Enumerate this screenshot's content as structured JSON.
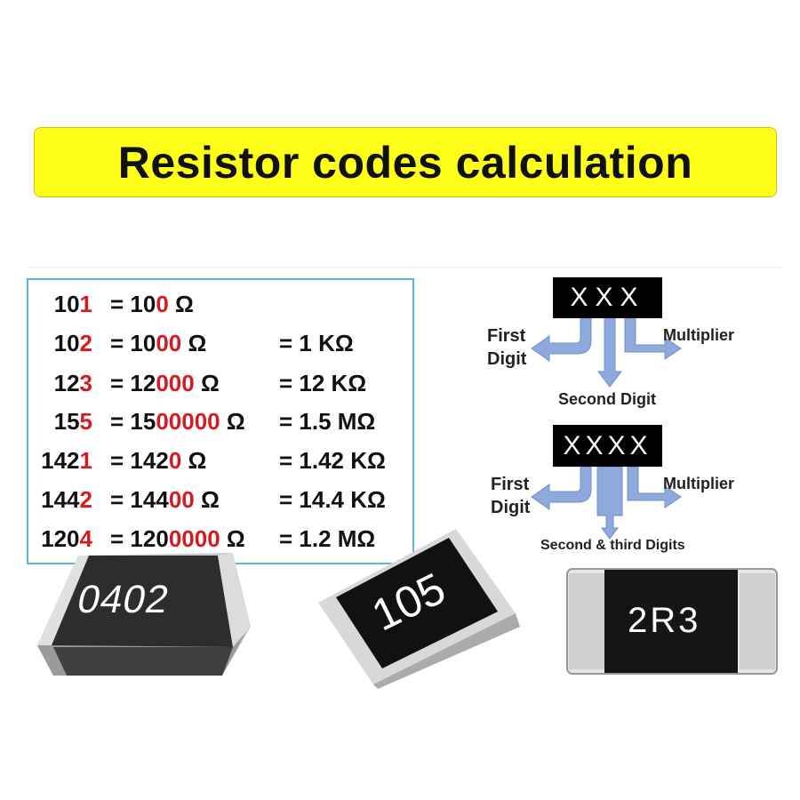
{
  "title": "Resistor codes calculation",
  "table": {
    "rows": [
      {
        "code_base": "10",
        "code_mult": "1",
        "val_base": "10",
        "val_zeros": "0",
        "ohm": " Ω",
        "conv": ""
      },
      {
        "code_base": "10",
        "code_mult": "2",
        "val_base": "10",
        "val_zeros": "00",
        "ohm": " Ω",
        "conv": "= 1 KΩ"
      },
      {
        "code_base": "12",
        "code_mult": "3",
        "val_base": "12",
        "val_zeros": "000",
        "ohm": " Ω",
        "conv": "= 12 KΩ"
      },
      {
        "code_base": "15",
        "code_mult": "5",
        "val_base": "15",
        "val_zeros": "00000",
        "ohm": " Ω",
        "conv": "= 1.5 MΩ"
      },
      {
        "code_base": "142",
        "code_mult": "1",
        "val_base": "142",
        "val_zeros": "0",
        "ohm": " Ω",
        "conv": "=  1.42 KΩ"
      },
      {
        "code_base": "144",
        "code_mult": "2",
        "val_base": "144",
        "val_zeros": "00",
        "ohm": " Ω",
        "conv": "= 14.4 KΩ"
      },
      {
        "code_base": "120",
        "code_mult": "4",
        "val_base": "120",
        "val_zeros": "0000",
        "ohm": " Ω",
        "conv": "= 1.2 MΩ"
      }
    ],
    "equals": "= "
  },
  "diagram3": {
    "code": "XXX",
    "first": "First",
    "digit": "Digit",
    "multiplier": "Multiplier",
    "second": "Second Digit"
  },
  "diagram4": {
    "code": "XXXX",
    "first": "First",
    "digit": "Digit",
    "multiplier": "Multiplier",
    "second": "Second & third Digits"
  },
  "chips": {
    "chip1": "0402",
    "chip2": "105",
    "chip3": "2R3"
  },
  "colors": {
    "title_bg": "#ffff19",
    "accent_red": "#d71920",
    "border_blue": "#5bb7d6",
    "arrow_blue": "#8ea9db"
  }
}
